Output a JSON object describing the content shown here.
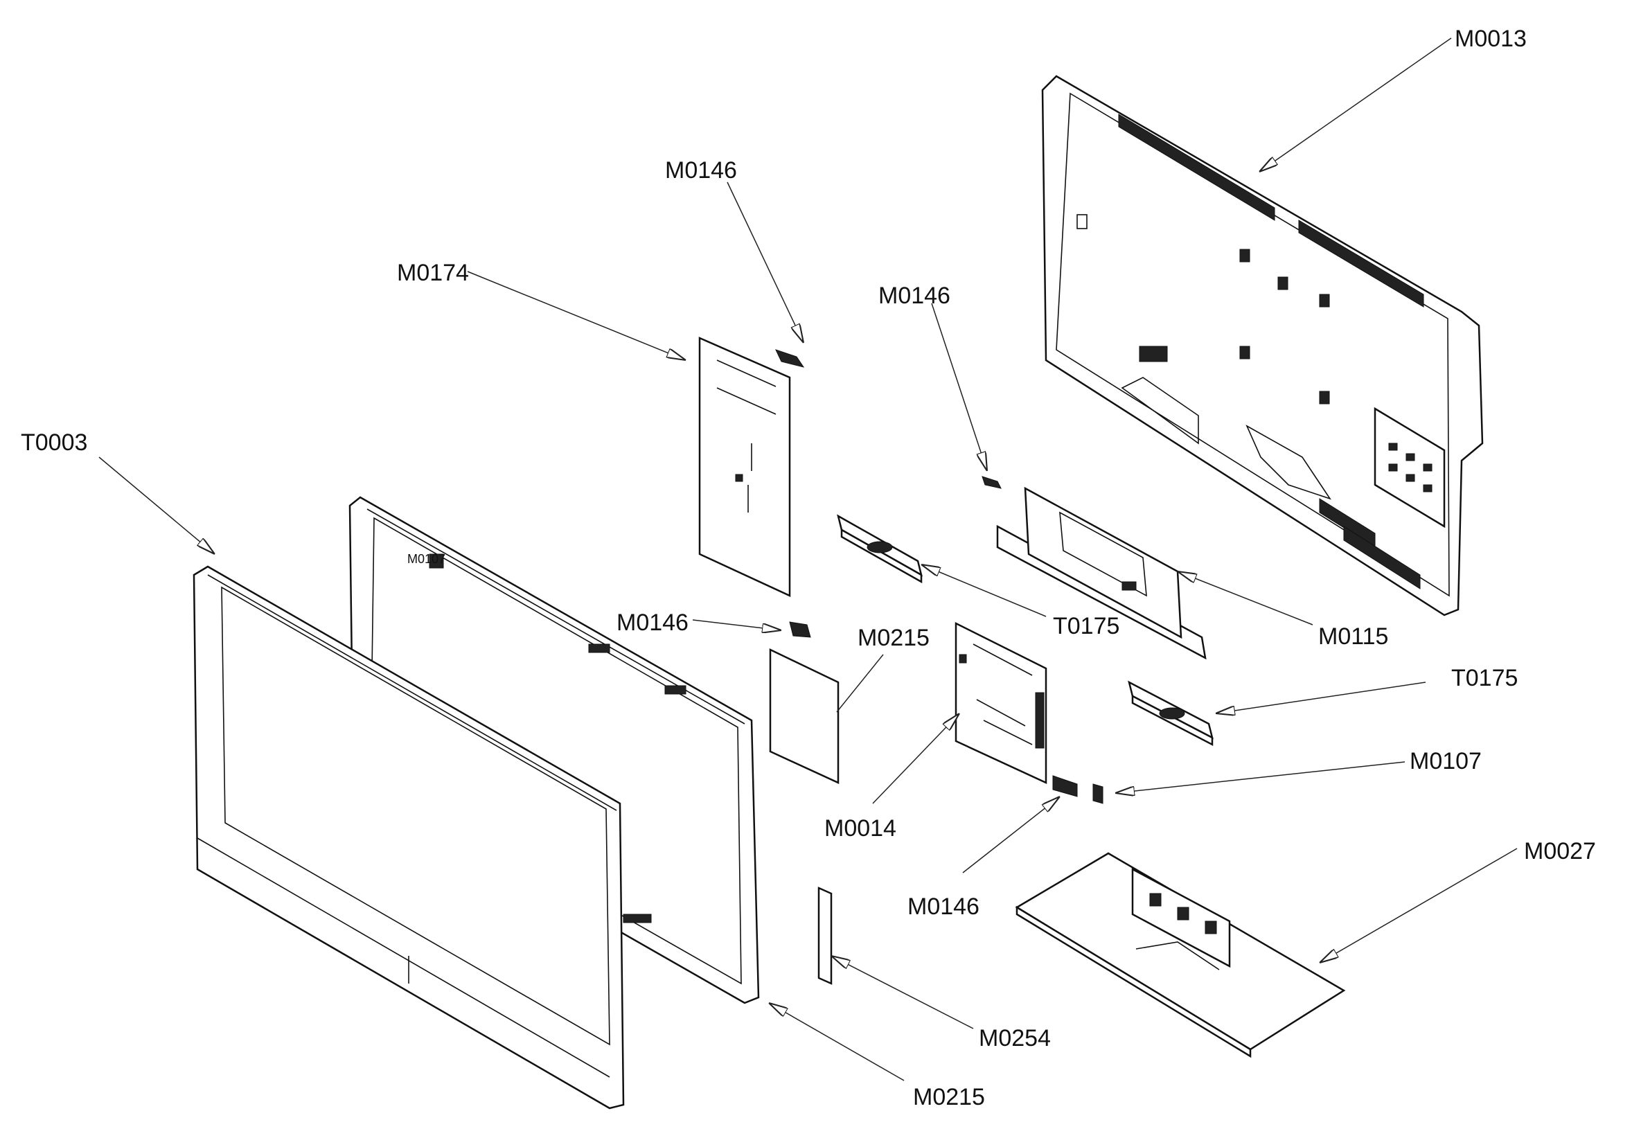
{
  "labels": {
    "m0013": "M0013",
    "m0146_top": "M0146",
    "m0174": "M0174",
    "m0146_mid": "M0146",
    "t0003": "T0003",
    "m0107_small": "M0107",
    "t0175_upper": "T0175",
    "m0115": "M0115",
    "m0146_lower": "M0146",
    "m0215_upper": "M0215",
    "t0175_lower": "T0175",
    "m0107": "M0107",
    "m0014": "M0014",
    "m0027": "M0027",
    "m0146_bottom": "M0146",
    "m0254": "M0254",
    "m0215_lower": "M0215"
  }
}
